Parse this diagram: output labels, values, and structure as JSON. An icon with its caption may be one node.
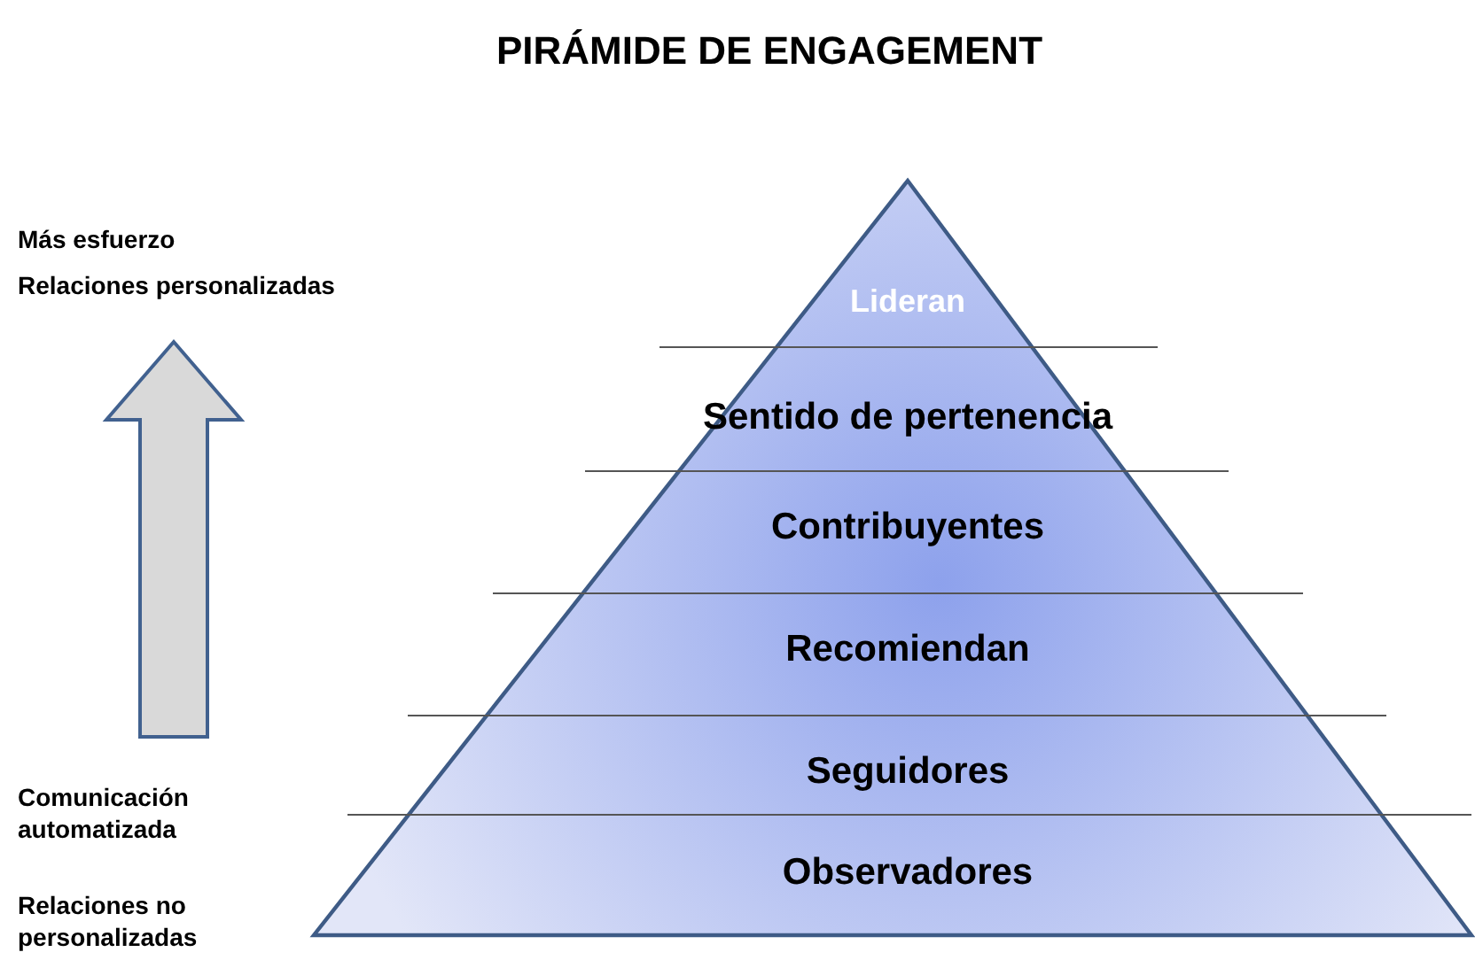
{
  "diagram": {
    "title": "PIRÁMIDE DE ENGAGEMENT",
    "nodes": [
      {
        "text": [
          "Lideran"
        ]
      },
      {
        "text": [
          "Sentido de pertenencia"
        ]
      },
      {
        "text": [
          "Contribuyentes"
        ]
      },
      {
        "text": [
          "Recomiendan"
        ]
      },
      {
        "text": [
          "Seguidores"
        ]
      },
      {
        "text": [
          "Observadores"
        ]
      }
    ],
    "labels": [
      "Más esfuerzo",
      "Relaciones personalizadas",
      "Comunicación automatizada",
      "Relaciones no personalizadas"
    ]
  }
}
